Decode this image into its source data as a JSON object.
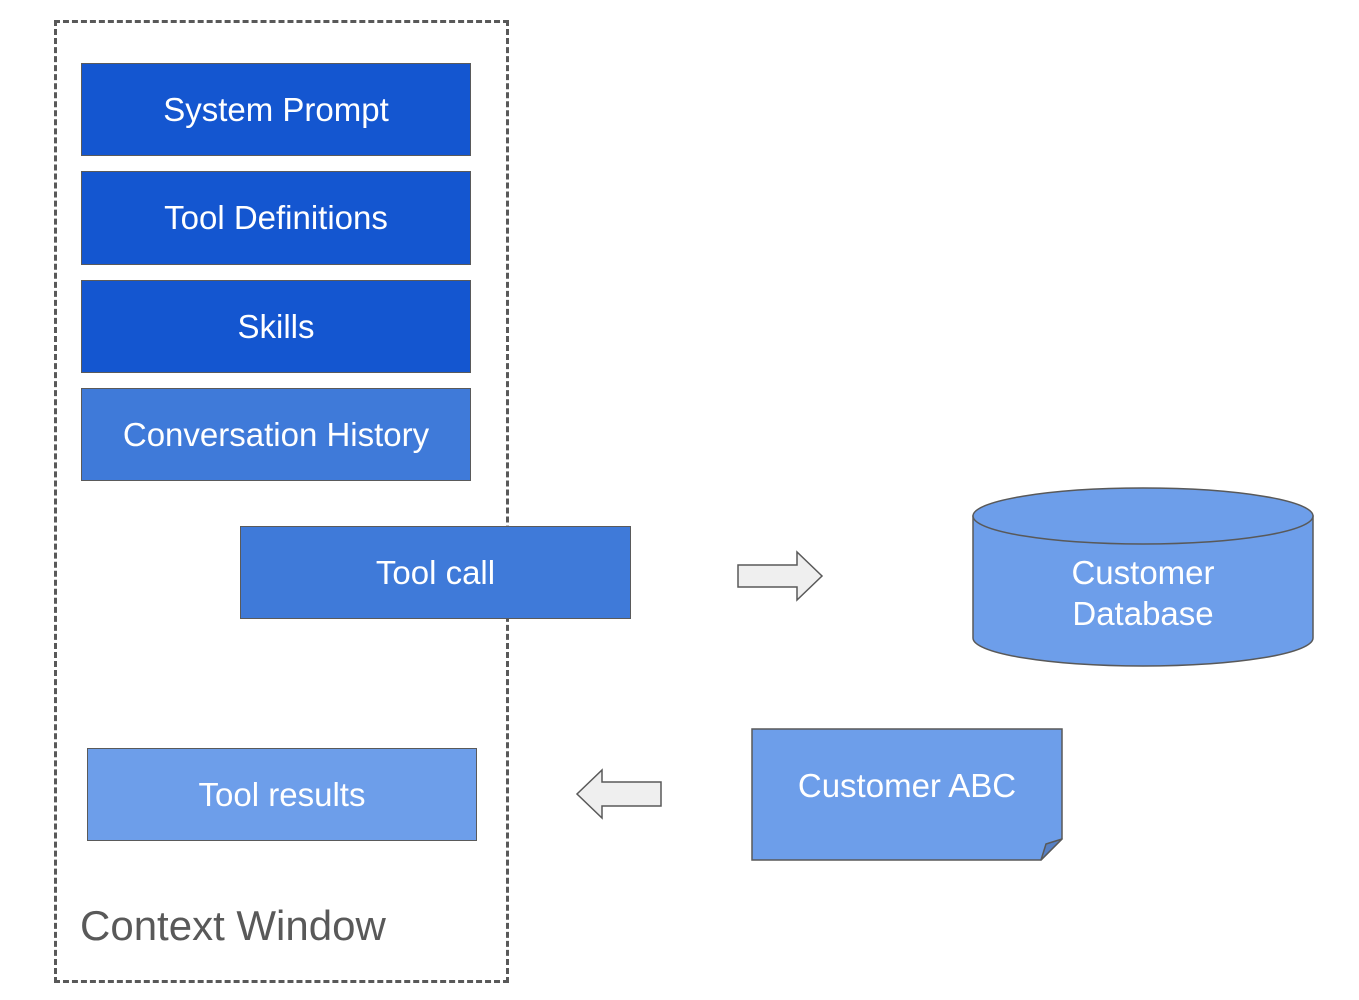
{
  "context_window": {
    "label": "Context Window",
    "system_prompt": "System Prompt",
    "tool_definitions": "Tool Definitions",
    "skills": "Skills",
    "conversation_history": "Conversation History",
    "tool_call": "Tool call",
    "tool_results": "Tool results"
  },
  "external": {
    "database_line1": "Customer",
    "database_line2": "Database",
    "document": "Customer ABC"
  },
  "colors": {
    "dark_blue": "#1456d0",
    "medium_blue": "#3f7ad9",
    "light_blue": "#6d9eea",
    "frame_gray": "#595959",
    "arrow_fill": "#efefef"
  }
}
